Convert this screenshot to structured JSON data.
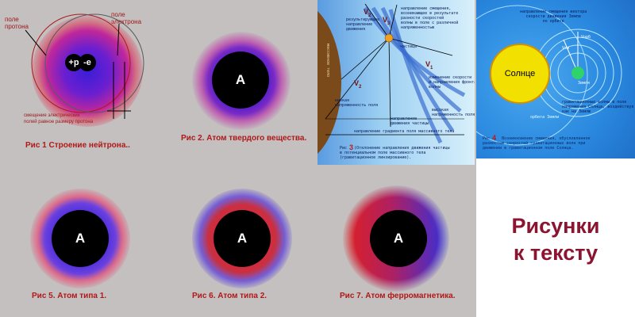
{
  "fig1": {
    "proton_field": "поле\nпротона",
    "electron_field": "поле\nэлектрона",
    "proton": "+p",
    "electron": "-e",
    "shift_note": "смещение электрических\nполей равное размеру протона",
    "caption": "Рис 1 Строение нейтрона.."
  },
  "fig2": {
    "atom": "A",
    "caption": "Рис 2. Атом твердого вещества."
  },
  "fig3": {
    "massive_body": "массивное тело",
    "v2_top": "V",
    "v3": "V",
    "v1": "V",
    "v2_mid": "V",
    "resultant": "результирующее\nнаправление\nдвижения",
    "shift_desc": "направление смещения,\nвозникающее в результате\nразности скоростей\nволны в поле с различной\nнапряженностью",
    "particle": "частица",
    "speed_change": "изменение скорости\nи направления фронта\nволны",
    "gradient": "низкая\nнапряженность поля",
    "motion_dir": "направление\nдвижения частицы",
    "high_field": "высокая\nнапряженность поля",
    "gradient_dir": "направление градиента поля массивного тела",
    "caption_num": "3",
    "caption": "Рис   (Отклонение направления движения частицы\nв потенциальном поле массивного тела\n(гравитационное линзирование)."
  },
  "fig4": {
    "top_note": "направление смещения вектора\nскорости движения Земли\nпо орбите",
    "sun": "Солнце",
    "earth": "Земля",
    "vorb": "Vорб",
    "vsm": "Vсм",
    "waves_note": "гравитационные волны в поле\nнапряжения Солнца, воздействуя\nкак на Землю",
    "orbit": "орбита Земли",
    "caption_num": "4",
    "caption": "Рис  .  Возникновение смещения, обусловленное\nразностью скоростей гравитационных волн при\nдвижении в гравитационном поле Солнца."
  },
  "fig5": {
    "atom": "A",
    "caption": "Рис 5. Атом типа 1."
  },
  "fig6": {
    "atom": "A",
    "caption": "Рис 6. Атом типа 2."
  },
  "fig7": {
    "atom": "A",
    "caption": "Рис 7. Атом ферромагнетика."
  },
  "title": "Рисунки\nк тексту",
  "colors": {
    "bg_grey": "#c3c0bf",
    "caption_red": "#b01818",
    "title_maroon": "#8b1430",
    "sun_yellow": "#f2e000",
    "earth_green": "#2fd36a"
  }
}
